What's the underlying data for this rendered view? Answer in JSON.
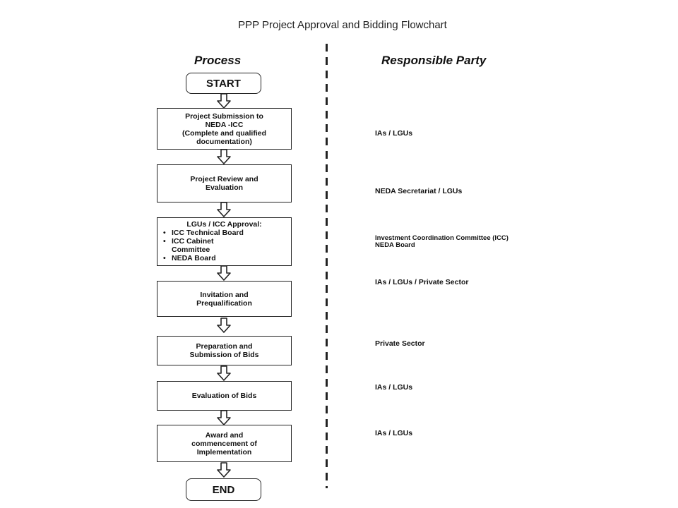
{
  "title": "PPP Project Approval and Bidding Flowchart",
  "headers": {
    "process": "Process",
    "party": "Responsible Party"
  },
  "start_label": "START",
  "end_label": "END",
  "steps": [
    {
      "lines": [
        "Project Submission to",
        "NEDA -ICC",
        "(Complete and qualified",
        "documentation)"
      ]
    },
    {
      "lines": [
        "Project Review and",
        "Evaluation"
      ]
    },
    {
      "heading": "LGUs  /  ICC Approval:",
      "bullets": [
        "ICC Technical Board",
        "ICC Cabinet Committee",
        "NEDA Board"
      ]
    },
    {
      "lines": [
        "Invitation and",
        "Prequalification"
      ]
    },
    {
      "lines": [
        "Preparation and",
        "Submission of Bids"
      ]
    },
    {
      "lines": [
        "Evaluation of Bids"
      ]
    },
    {
      "lines": [
        "Award and",
        "commencement of",
        "Implementation"
      ]
    }
  ],
  "parties": [
    {
      "lines": [
        "IAs / LGUs"
      ]
    },
    {
      "lines": [
        "NEDA Secretariat / LGUs"
      ]
    },
    {
      "lines": [
        "Investment Coordination Committee (ICC)",
        "NEDA Board"
      ]
    },
    {
      "lines": [
        "IAs / LGUs / Private Sector"
      ]
    },
    {
      "lines": [
        "Private Sector"
      ]
    },
    {
      "lines": [
        "IAs / LGUs"
      ]
    },
    {
      "lines": [
        "IAs / LGUs"
      ]
    }
  ]
}
